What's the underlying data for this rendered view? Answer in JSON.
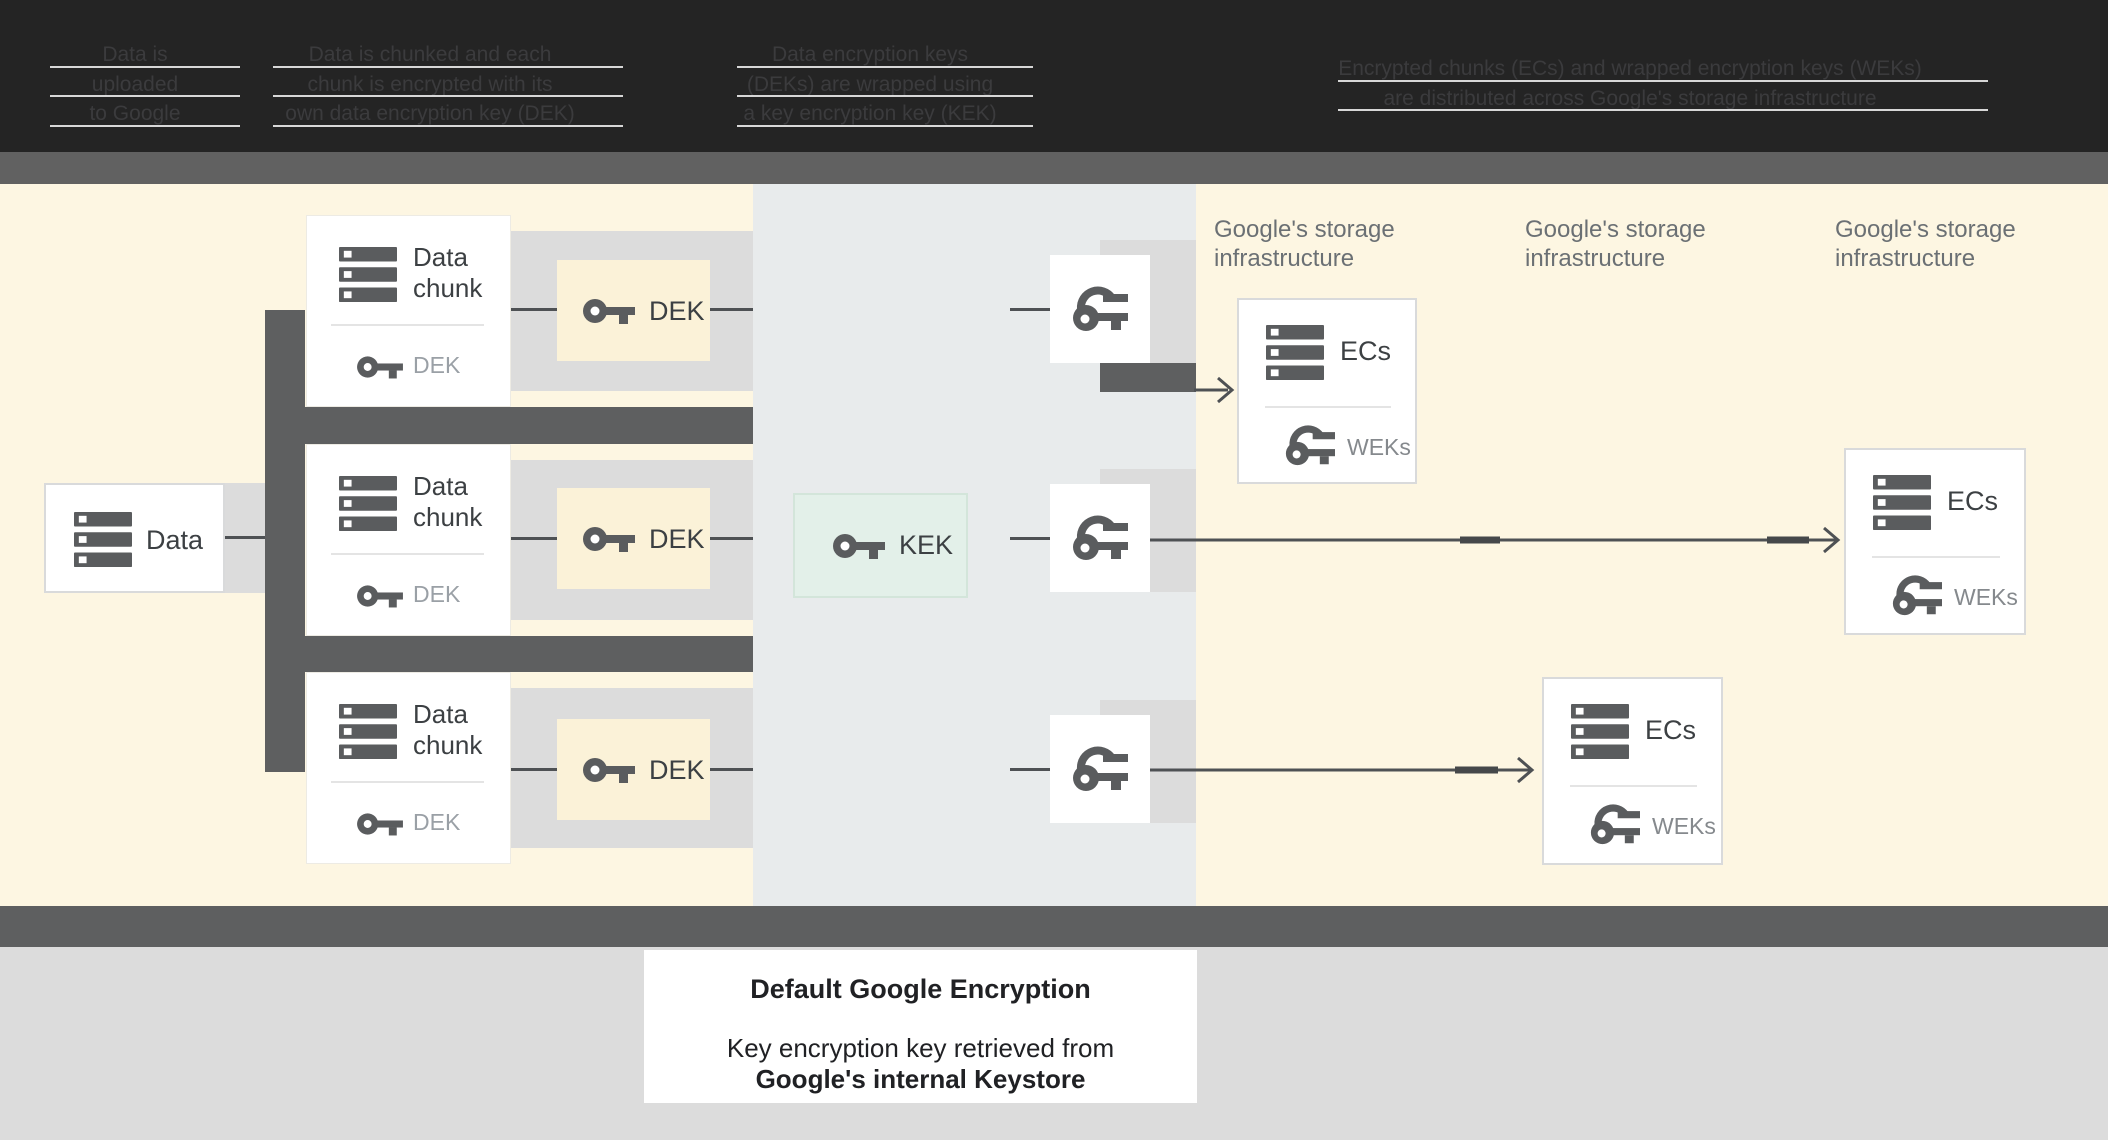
{
  "header": {
    "steps": [
      {
        "lines": [
          "Data is",
          "uploaded",
          "to Google"
        ]
      },
      {
        "lines": [
          "Data is chunked and each",
          "chunk is encrypted with its",
          "own data encryption key (DEK)"
        ]
      },
      {
        "lines": [
          "Data encryption keys",
          "(DEKs) are wrapped using",
          "a key encryption key (KEK)"
        ]
      },
      {
        "lines": [
          "Encrypted chunks (ECs) and wrapped encryption keys (WEKs)",
          "are distributed across Google's storage infrastructure"
        ]
      }
    ]
  },
  "diagram": {
    "data_box": {
      "label": "Data"
    },
    "chunk_rows": [
      {
        "title": "Data chunk",
        "key_label": "DEK",
        "chip_label": "DEK"
      },
      {
        "title": "Data chunk",
        "key_label": "DEK",
        "chip_label": "DEK"
      },
      {
        "title": "Data chunk",
        "key_label": "DEK",
        "chip_label": "DEK"
      }
    ],
    "kek": {
      "label": "KEK"
    },
    "storage_labels": [
      "Google's storage infrastructure",
      "Google's storage infrastructure",
      "Google's storage infrastructure"
    ],
    "ec_boxes": [
      {
        "title": "ECs",
        "key_label": "WEKs"
      },
      {
        "title": "ECs",
        "key_label": "WEKs"
      },
      {
        "title": "ECs",
        "key_label": "WEKs"
      }
    ]
  },
  "caption": {
    "title": "Default Google Encryption",
    "body_line1": "Key encryption key retrieved from",
    "body_line2": "Google's internal Keystore"
  },
  "colors": {
    "header_black": "#242424",
    "header_gray": "#616161",
    "cream_background": "#fdf6e2",
    "middle_background": "#e8ebec",
    "dek_chip": "#fbf2d8",
    "kek_chip": "#e3f0e9",
    "pipeline_gray": "#dcdcdc",
    "connector_dark": "#5e5f60",
    "footer_gray": "#dcdcdc",
    "text_dark": "#3c4043",
    "text_muted": "#9aa0a6"
  }
}
